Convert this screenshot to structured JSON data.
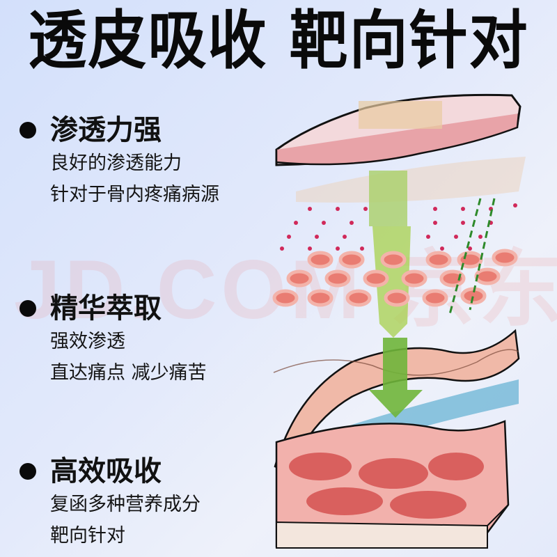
{
  "title": "透皮吸收 靶向针对",
  "watermark": "JD.COM 京东",
  "features": [
    {
      "heading": "渗透力强",
      "lines": [
        "良好的渗透能力",
        "针对于骨内疼痛病源"
      ]
    },
    {
      "heading": "精华萃取",
      "lines": [
        "强效渗透",
        "直达痛点 减少痛苦"
      ]
    },
    {
      "heading": "高效吸收",
      "lines": [
        "复函多种营养成分",
        "靶向针对"
      ]
    }
  ],
  "illustration": {
    "description": "skin-layers-penetration-diagram",
    "colors": {
      "skin_pink": "#e8a3a8",
      "muscle_red": "#d9605e",
      "green_arrow": "#7cc043",
      "blue_layer": "#3a9fc6",
      "cell": "#e97c72"
    }
  }
}
